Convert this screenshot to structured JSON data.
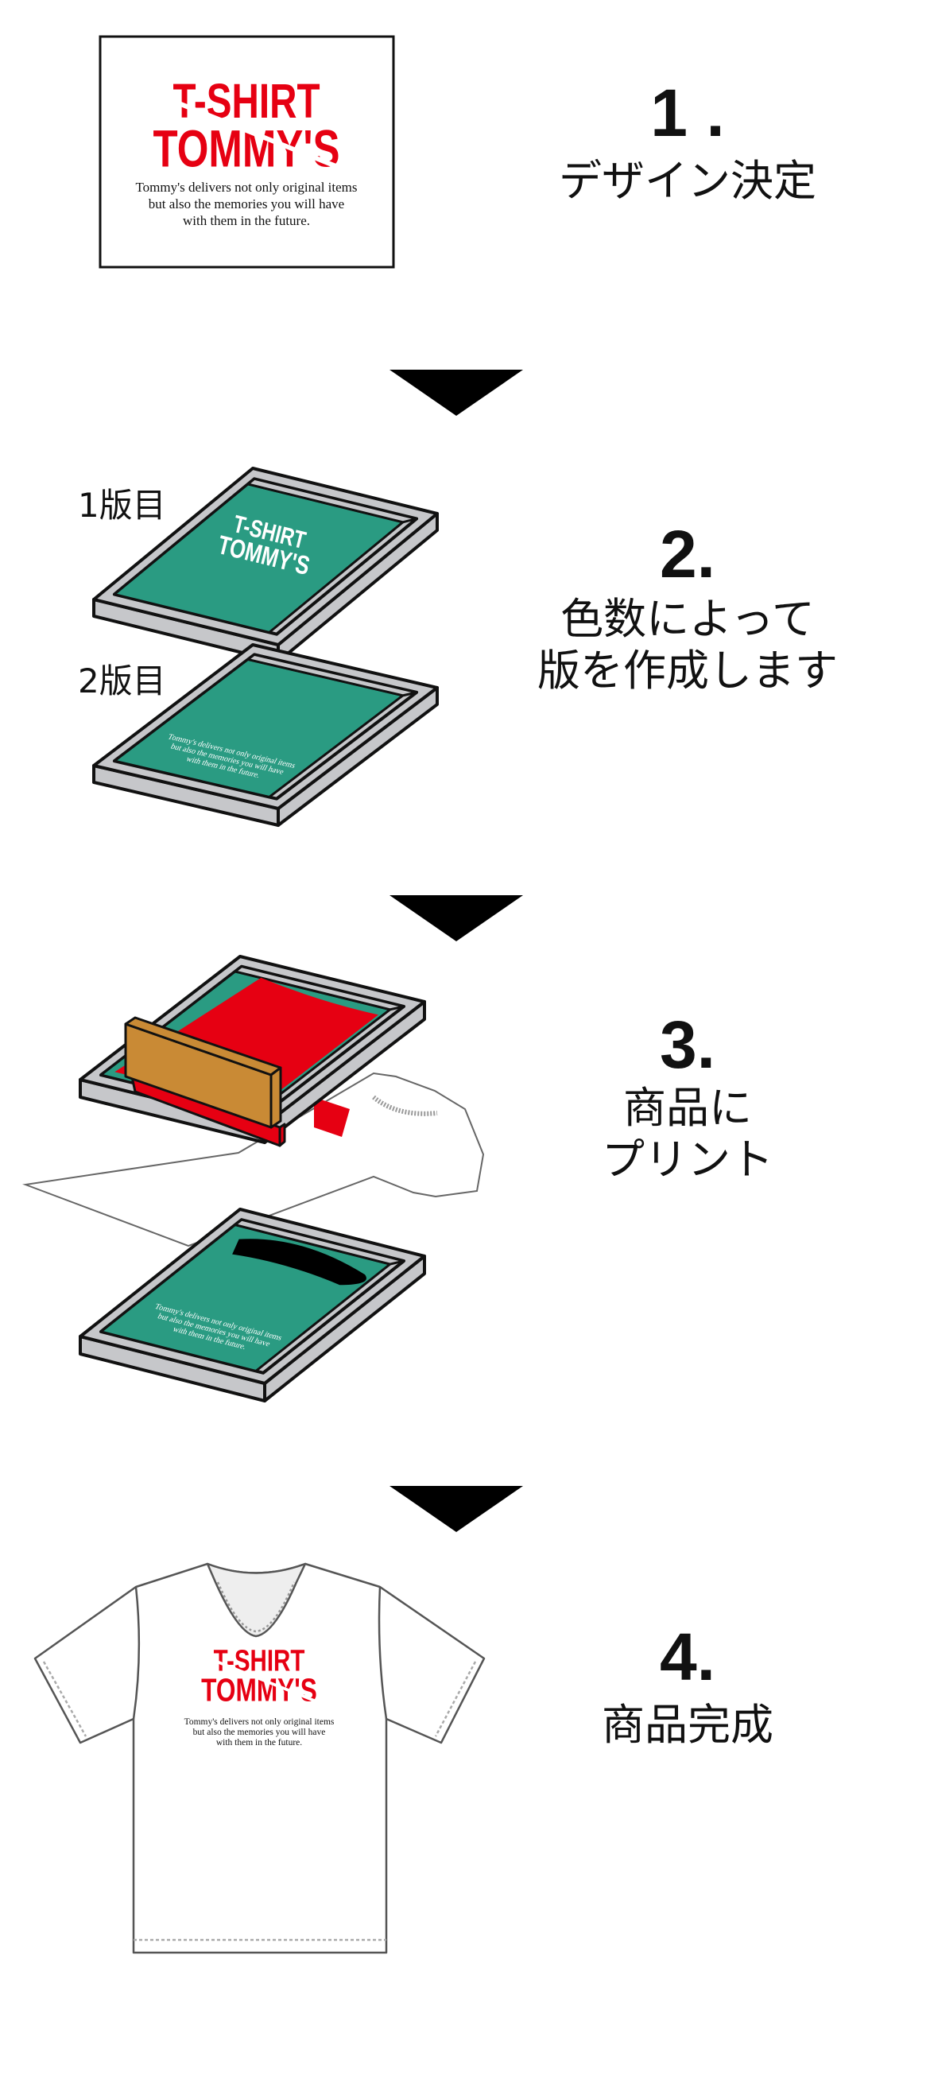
{
  "colors": {
    "screen_green": "#2a9b82",
    "frame_gray": "#c6c7ca",
    "ink_red": "#e60012",
    "squeegee_wood": "#c98a35",
    "outline": "#111111"
  },
  "logo": {
    "line1": "T-SHIRT",
    "line2": "TOMMY'S",
    "tagline": [
      "Tommy's delivers not only original items",
      "but also the memories you will have",
      "with them in the future."
    ]
  },
  "steps": [
    {
      "number": "1 .",
      "lines": [
        "デザイン決定"
      ]
    },
    {
      "number": "2.",
      "lines": [
        "色数によって",
        "版を作成します"
      ],
      "plate_labels": [
        "1版目",
        "2版目"
      ]
    },
    {
      "number": "3.",
      "lines": [
        "商品に",
        "プリント"
      ]
    },
    {
      "number": "4.",
      "lines": [
        "商品完成"
      ]
    }
  ],
  "arrows": [
    "down-arrow",
    "down-arrow",
    "down-arrow"
  ]
}
